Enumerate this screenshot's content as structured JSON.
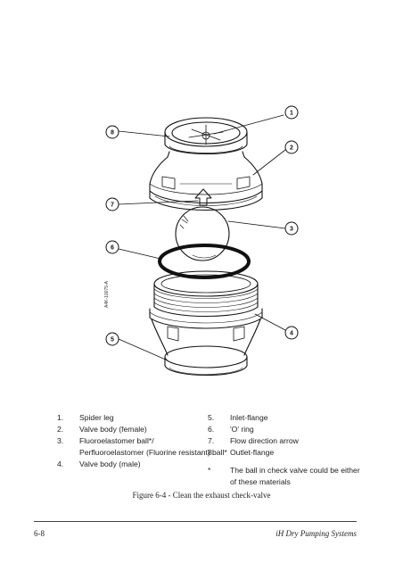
{
  "figure": {
    "callouts": [
      "1",
      "2",
      "3",
      "4",
      "5",
      "6",
      "7",
      "8"
    ],
    "side_code": "A4K-10075-A"
  },
  "legend_left": [
    {
      "num": "1.",
      "text": "Spider leg"
    },
    {
      "num": "2.",
      "text": "Valve body (female)"
    },
    {
      "num": "3.",
      "text": "Fluoroelastomer ball*/"
    },
    {
      "num": "",
      "text": "Perfluoroelastomer (Fluorine resistant) ball*"
    },
    {
      "num": "4.",
      "text": "Valve body (male)"
    }
  ],
  "legend_right": [
    {
      "num": "5.",
      "text": "Inlet-flange"
    },
    {
      "num": "6.",
      "text": "'O' ring"
    },
    {
      "num": "7.",
      "text": "Flow direction arrow"
    },
    {
      "num": "8.",
      "text": "Outlet-flange"
    }
  ],
  "note": {
    "mark": "*",
    "lines": [
      "The ball in check valve could be either",
      "of these materials"
    ]
  },
  "caption": "Figure 6-4 - Clean the exhaust check-valve",
  "footer": {
    "page_number": "6-8",
    "title": "iH Dry Pumping Systems"
  }
}
